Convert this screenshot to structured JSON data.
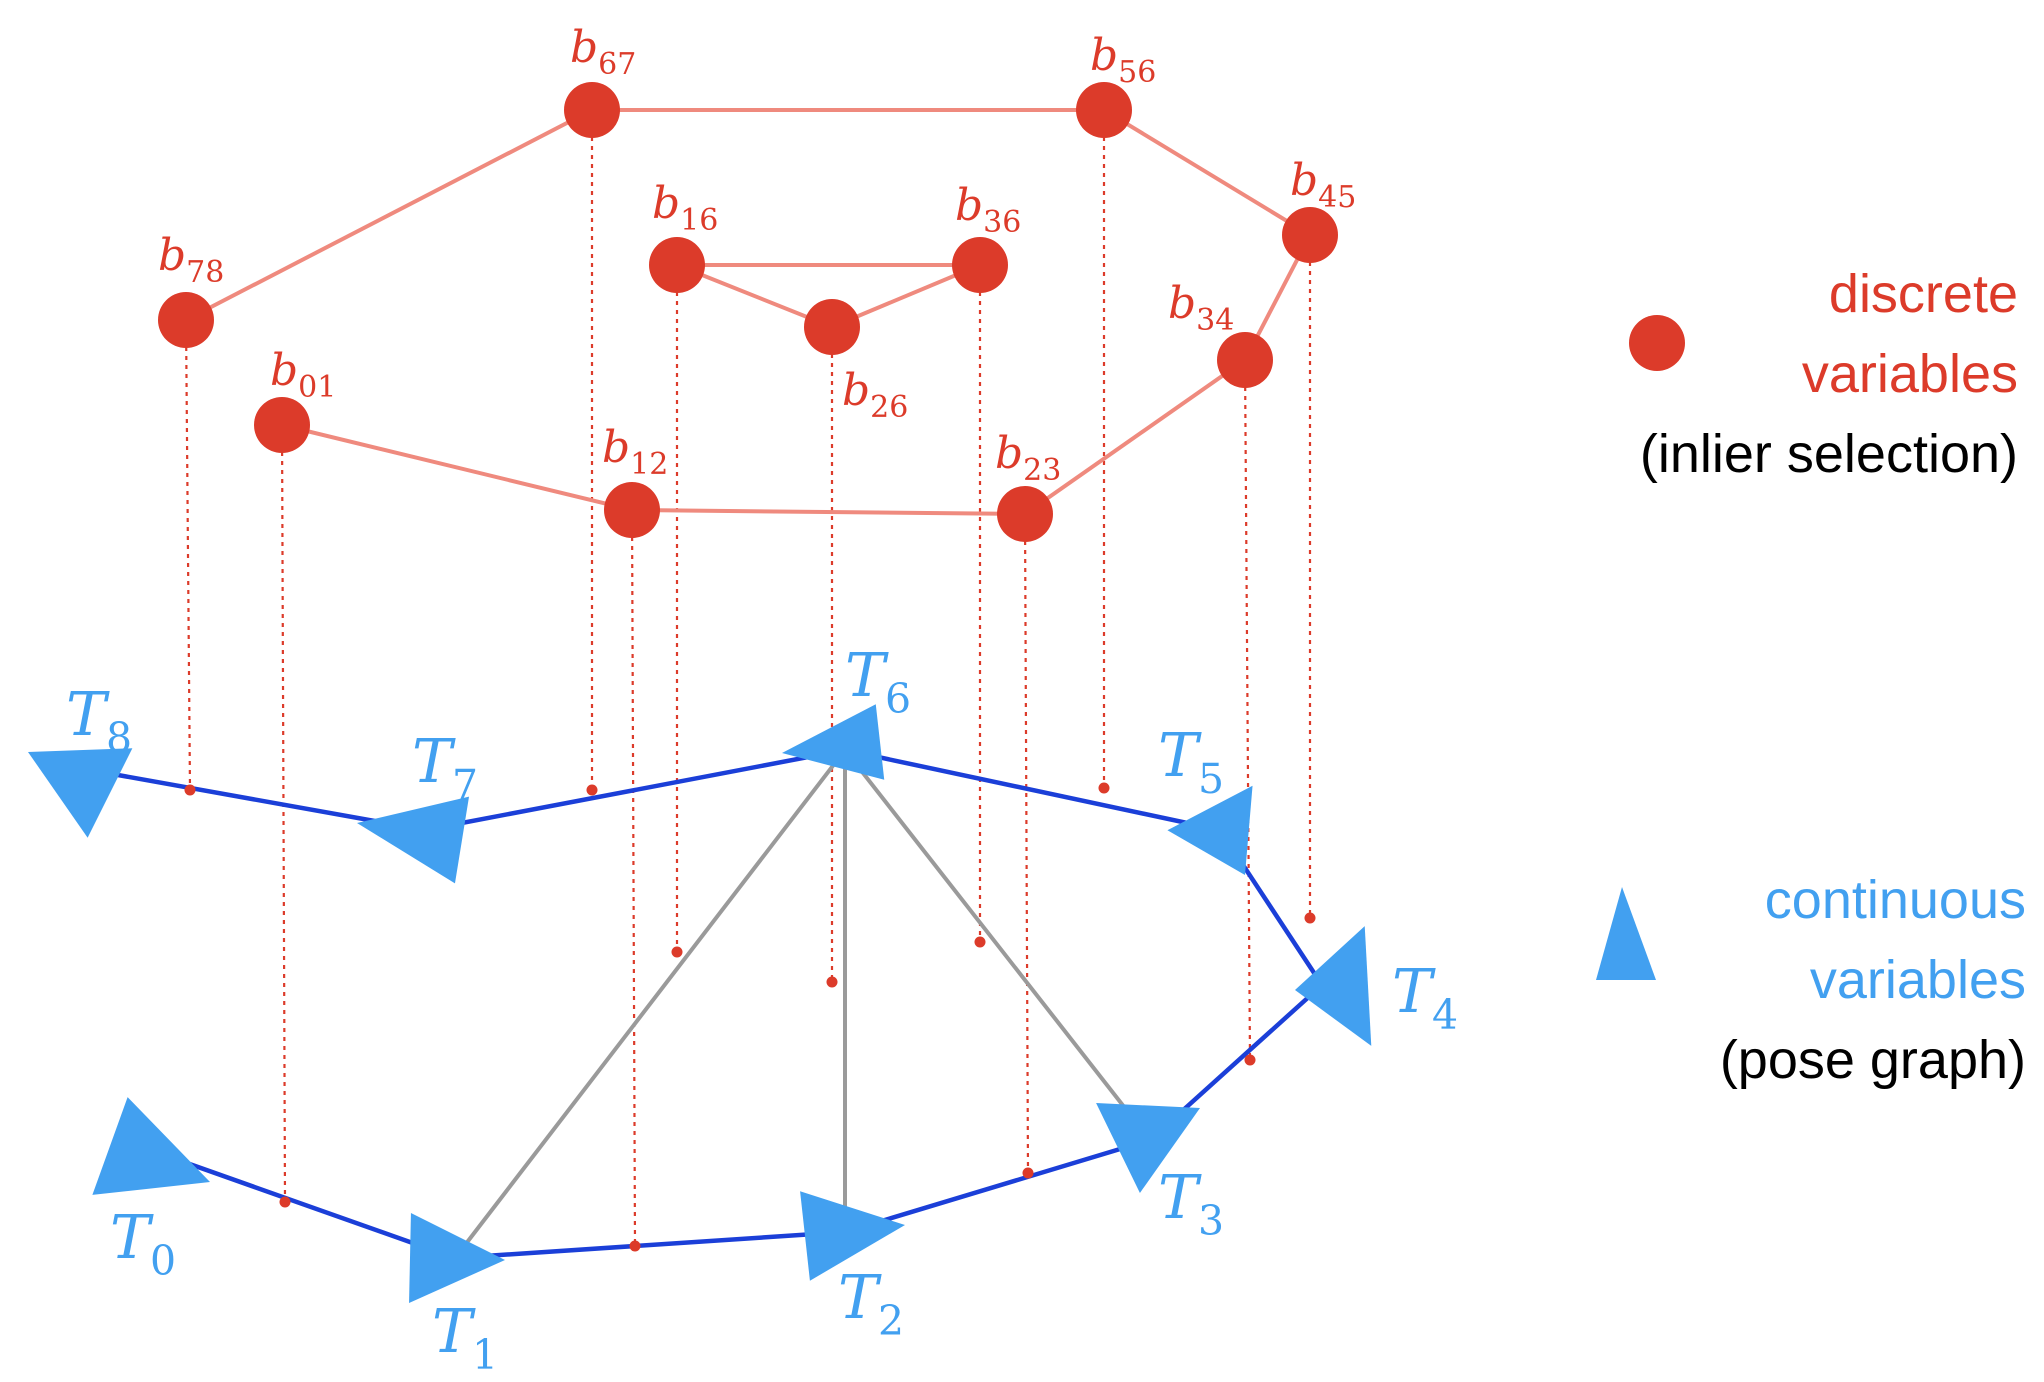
{
  "colors": {
    "discrete": "#dc3b2a",
    "discrete_edge": "#ef8a7e",
    "continuous": "#42a0f0",
    "pose_edge": "#1b3fd8",
    "loop_edge": "#9a9a9a",
    "text_dark": "#000000"
  },
  "discrete_nodes": [
    {
      "id": "b67",
      "base": "b",
      "sub": "67"
    },
    {
      "id": "b56",
      "base": "b",
      "sub": "56"
    },
    {
      "id": "b78",
      "base": "b",
      "sub": "78"
    },
    {
      "id": "b16",
      "base": "b",
      "sub": "16"
    },
    {
      "id": "b36",
      "base": "b",
      "sub": "36"
    },
    {
      "id": "b45",
      "base": "b",
      "sub": "45"
    },
    {
      "id": "b26",
      "base": "b",
      "sub": "26"
    },
    {
      "id": "b34",
      "base": "b",
      "sub": "34"
    },
    {
      "id": "b01",
      "base": "b",
      "sub": "01"
    },
    {
      "id": "b12",
      "base": "b",
      "sub": "12"
    },
    {
      "id": "b23",
      "base": "b",
      "sub": "23"
    }
  ],
  "discrete_edges": [
    [
      "b78",
      "b67"
    ],
    [
      "b67",
      "b56"
    ],
    [
      "b56",
      "b45"
    ],
    [
      "b45",
      "b34"
    ],
    [
      "b34",
      "b23"
    ],
    [
      "b23",
      "b12"
    ],
    [
      "b12",
      "b01"
    ],
    [
      "b16",
      "b36"
    ],
    [
      "b16",
      "b26"
    ],
    [
      "b26",
      "b36"
    ]
  ],
  "poses": [
    {
      "id": "T0",
      "base": "T",
      "sub": "0"
    },
    {
      "id": "T1",
      "base": "T",
      "sub": "1"
    },
    {
      "id": "T2",
      "base": "T",
      "sub": "2"
    },
    {
      "id": "T3",
      "base": "T",
      "sub": "3"
    },
    {
      "id": "T4",
      "base": "T",
      "sub": "4"
    },
    {
      "id": "T5",
      "base": "T",
      "sub": "5"
    },
    {
      "id": "T6",
      "base": "T",
      "sub": "6"
    },
    {
      "id": "T7",
      "base": "T",
      "sub": "7"
    },
    {
      "id": "T8",
      "base": "T",
      "sub": "8"
    }
  ],
  "odometry_edges": [
    [
      "T0",
      "T1"
    ],
    [
      "T1",
      "T2"
    ],
    [
      "T2",
      "T3"
    ],
    [
      "T3",
      "T4"
    ],
    [
      "T4",
      "T5"
    ],
    [
      "T5",
      "T6"
    ],
    [
      "T6",
      "T7"
    ],
    [
      "T7",
      "T8"
    ]
  ],
  "loop_closures": [
    [
      "T6",
      "T1"
    ],
    [
      "T6",
      "T2"
    ],
    [
      "T6",
      "T3"
    ]
  ],
  "legend": {
    "discrete": {
      "line1": "discrete",
      "line2": "variables",
      "line3": "(inlier selection)"
    },
    "continuous": {
      "line1": "continuous",
      "line2": "variables",
      "line3": "(pose graph)"
    }
  }
}
